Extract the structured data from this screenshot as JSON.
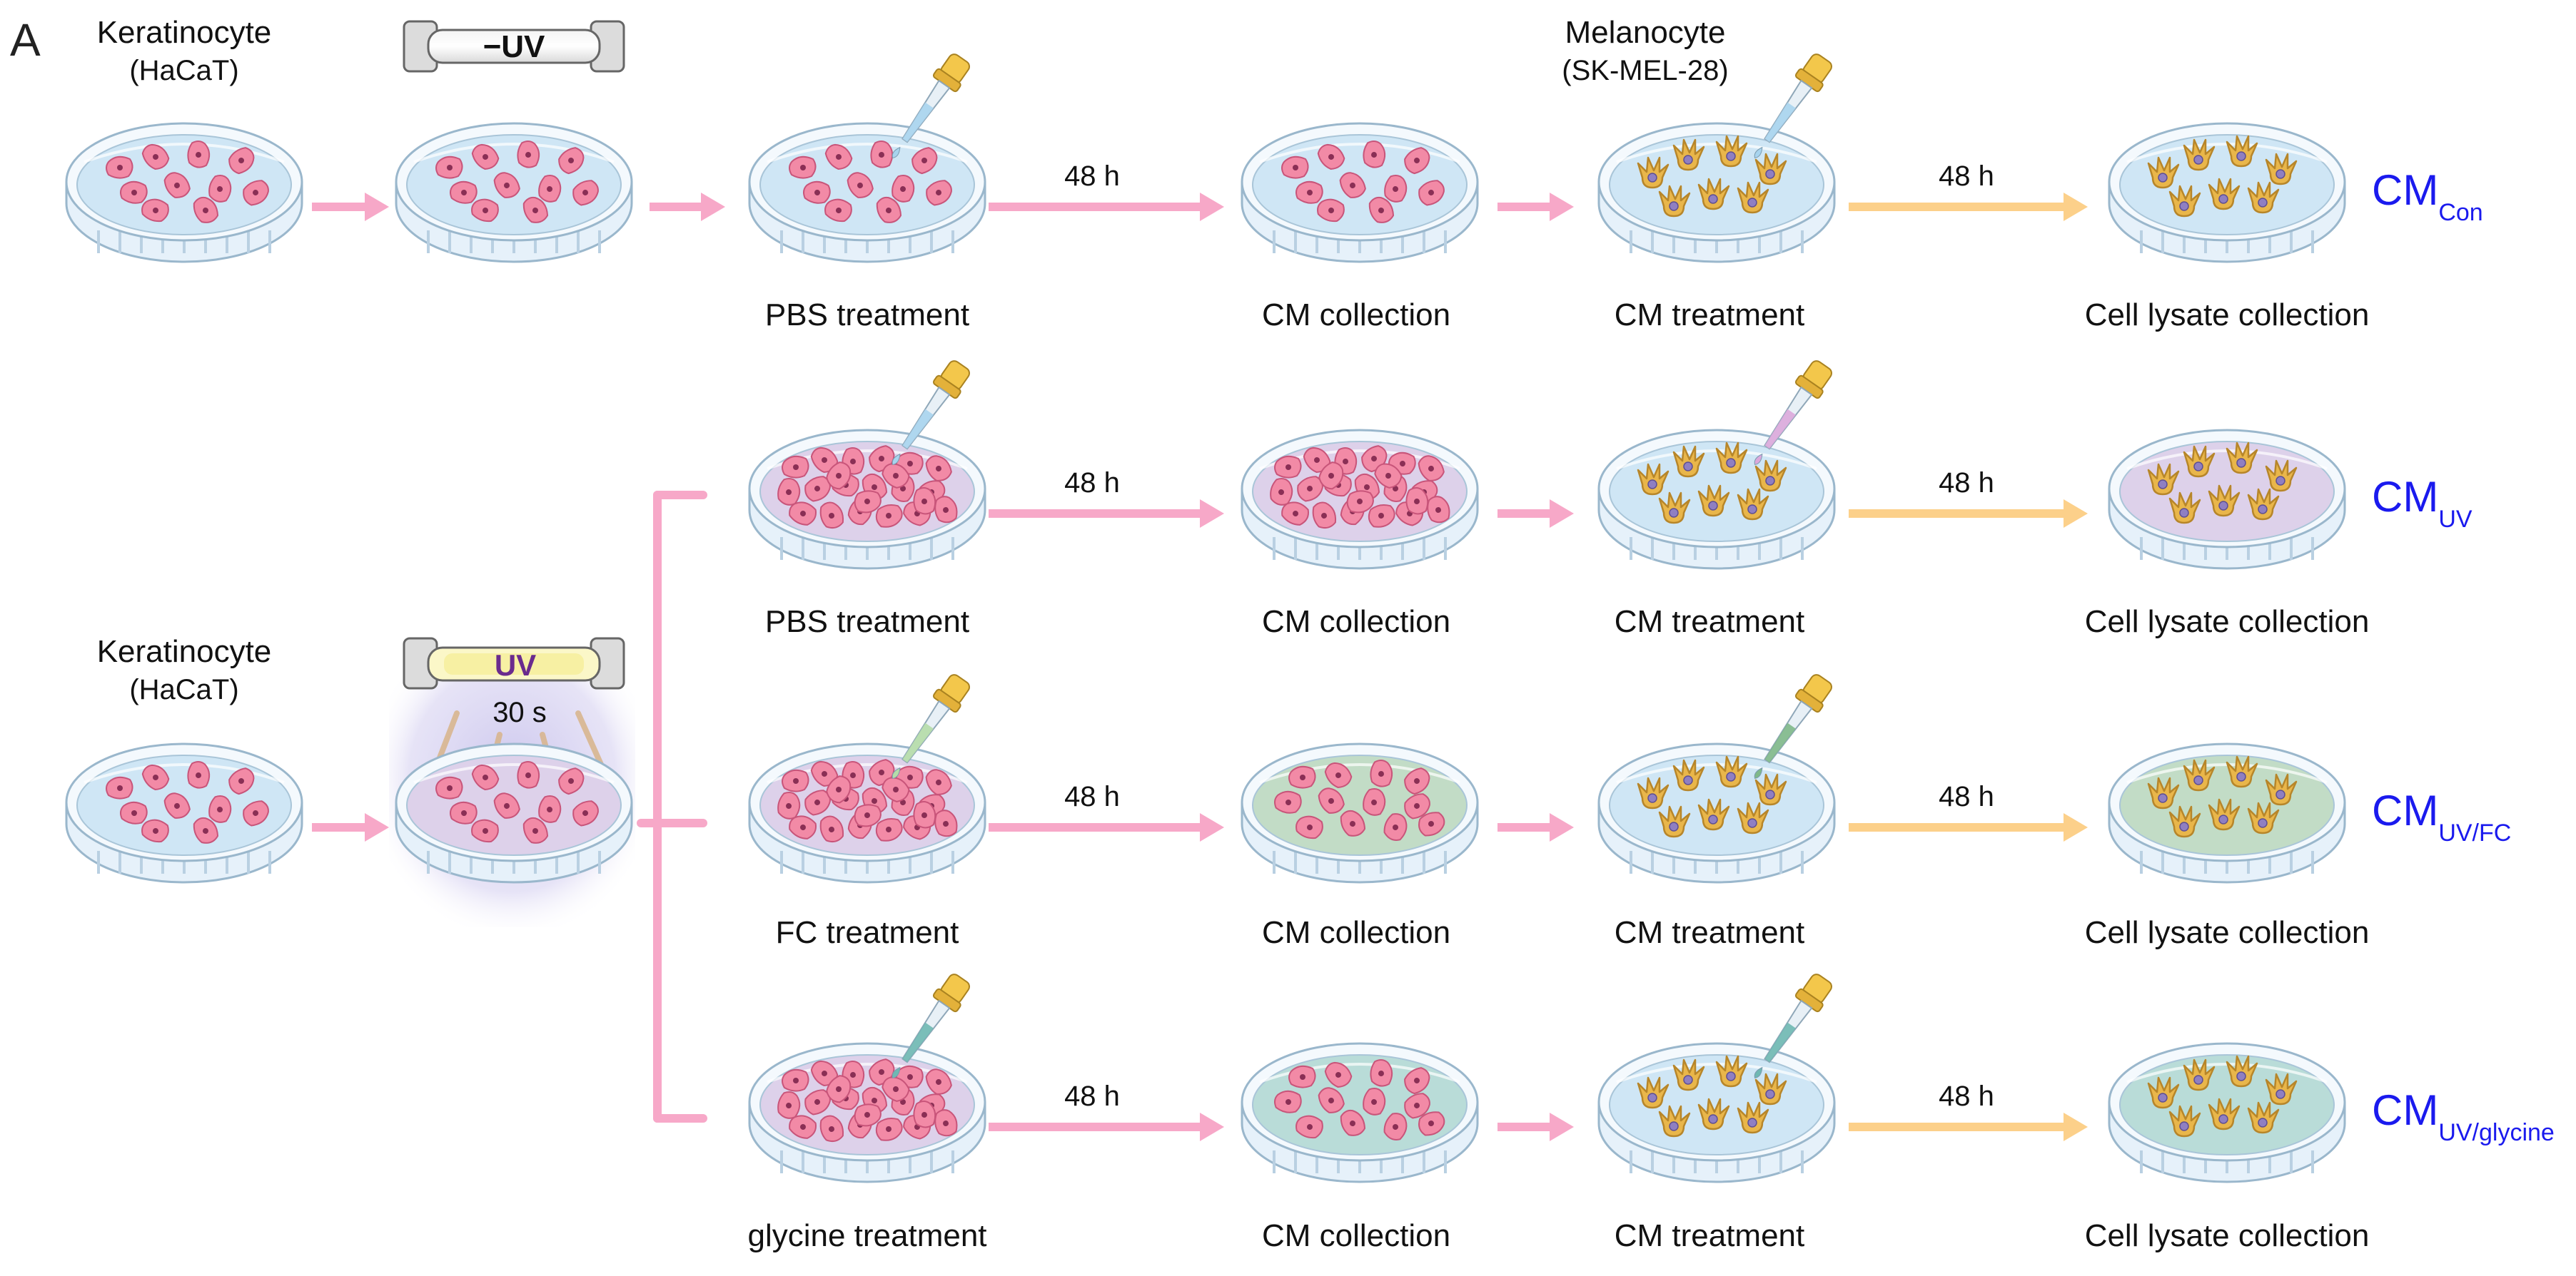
{
  "panel_label": "A",
  "colors": {
    "arrow_pink": "#f7a8c8",
    "arrow_orange": "#fcd08a",
    "cm_label": "#1a1aee",
    "medium_pbs": "#cfe6f5",
    "medium_uv": "#ddd1ea",
    "medium_fc": "#c2dcc6",
    "medium_glycine": "#b9dcd8",
    "keratinocyte": "#f28aa6",
    "melanocyte": "#e9b64a",
    "uv_glow": "#c9c3ec"
  },
  "labels": {
    "keratinocyte": "Keratinocyte",
    "hacat": "(HaCaT)",
    "melanocyte": "Melanocyte",
    "skmel": "(SK-MEL-28)",
    "no_uv": "−UV",
    "uv": "UV",
    "uv_time": "30 s",
    "time_48h": "48 h",
    "cm_prefix": "CM"
  },
  "rows": [
    {
      "treatment": "PBS treatment",
      "collection": "CM collection",
      "cm_treatment": "CM treatment",
      "lysate": "Cell lysate collection",
      "cm_sub": "Con"
    },
    {
      "treatment": "PBS treatment",
      "collection": "CM collection",
      "cm_treatment": "CM treatment",
      "lysate": "Cell lysate collection",
      "cm_sub": "UV"
    },
    {
      "treatment": "FC treatment",
      "collection": "CM collection",
      "cm_treatment": "CM treatment",
      "lysate": "Cell lysate collection",
      "cm_sub": "UV/FC"
    },
    {
      "treatment": "glycine treatment",
      "collection": "CM collection",
      "cm_treatment": "CM treatment",
      "lysate": "Cell lysate collection",
      "cm_sub": "UV/glycine"
    }
  ]
}
